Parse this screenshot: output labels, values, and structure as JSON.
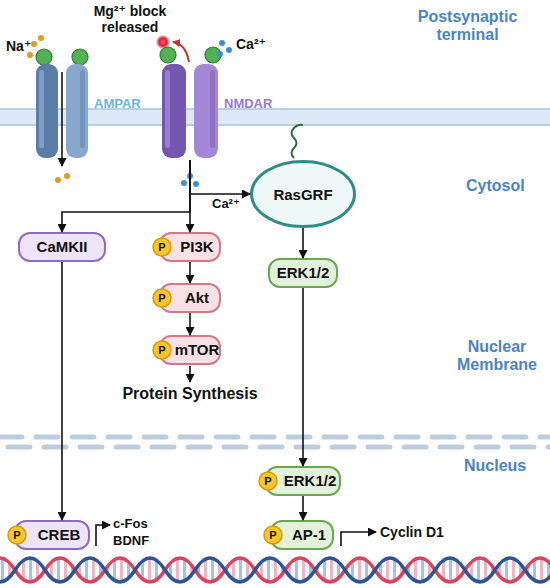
{
  "diagram": {
    "nodes": [
      {
        "text": [
          "AMPAR"
        ]
      },
      {
        "text": [
          "NMDAR"
        ]
      },
      {
        "text": [
          "CaMKII"
        ]
      },
      {
        "text": [
          "PI3K"
        ]
      },
      {
        "text": [
          "P"
        ],
        "in": 3
      },
      {
        "text": [
          "RasGRF"
        ]
      },
      {
        "text": [
          "Akt"
        ]
      },
      {
        "text": [
          "P"
        ],
        "in": 6
      },
      {
        "text": [
          "ERK1/2"
        ]
      },
      {
        "text": [
          "mTOR"
        ]
      },
      {
        "text": [
          "P"
        ],
        "in": 9
      },
      {
        "text": [
          "ERK1/2"
        ]
      },
      {
        "text": [
          "P"
        ],
        "in": 11
      },
      {
        "text": [
          "CREB"
        ]
      },
      {
        "text": [
          "P"
        ],
        "in": 13
      },
      {
        "text": [
          "AP-1"
        ]
      },
      {
        "text": [
          "P"
        ],
        "in": 15
      }
    ],
    "edges": [
      {
        "from": 1,
        "to": 2,
        "arrow": "to"
      },
      {
        "from": 1,
        "to": 3,
        "arrow": "to"
      },
      {
        "from": 1,
        "to": 5,
        "arrow": "to",
        "label": "Ca²⁺"
      },
      {
        "from": 2,
        "to": 13,
        "arrow": "to"
      },
      {
        "from": 3,
        "to": 6,
        "arrow": "to"
      },
      {
        "from": 6,
        "to": 9,
        "arrow": "to"
      },
      {
        "from": 5,
        "to": 8,
        "arrow": "to"
      },
      {
        "from": 8,
        "to": 11,
        "arrow": "to"
      },
      {
        "from": 11,
        "to": 15,
        "arrow": "to"
      }
    ],
    "labels": [
      "Mg²⁺ block released",
      "Na⁺",
      "Ca²⁺",
      "Postsynaptic terminal",
      "Cytosol",
      "Protein Synthesis",
      "Nuclear Membrane",
      "Nucleus",
      "c-Fos",
      "BDNF",
      "Cyclin D1"
    ]
  }
}
